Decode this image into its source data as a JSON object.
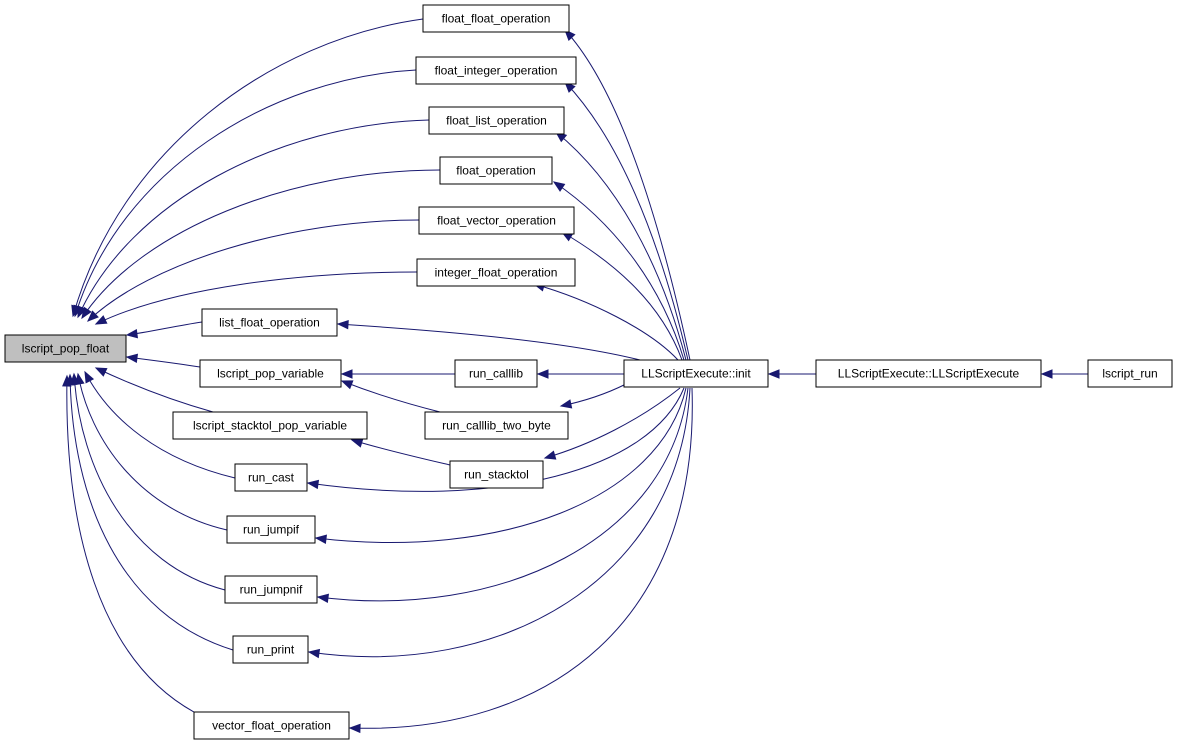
{
  "graph": {
    "nodes": [
      {
        "id": "lscript_pop_float",
        "label": "lscript_pop_float",
        "focus": true
      },
      {
        "id": "float_float_operation",
        "label": "float_float_operation"
      },
      {
        "id": "float_integer_operation",
        "label": "float_integer_operation"
      },
      {
        "id": "float_list_operation",
        "label": "float_list_operation"
      },
      {
        "id": "float_operation",
        "label": "float_operation"
      },
      {
        "id": "float_vector_operation",
        "label": "float_vector_operation"
      },
      {
        "id": "integer_float_operation",
        "label": "integer_float_operation"
      },
      {
        "id": "list_float_operation",
        "label": "list_float_operation"
      },
      {
        "id": "lscript_pop_variable",
        "label": "lscript_pop_variable"
      },
      {
        "id": "lscript_stacktol_pop_variable",
        "label": "lscript_stacktol_pop_variable"
      },
      {
        "id": "run_cast",
        "label": "run_cast"
      },
      {
        "id": "run_jumpif",
        "label": "run_jumpif"
      },
      {
        "id": "run_jumpnif",
        "label": "run_jumpnif"
      },
      {
        "id": "run_print",
        "label": "run_print"
      },
      {
        "id": "vector_float_operation",
        "label": "vector_float_operation"
      },
      {
        "id": "run_calllib",
        "label": "run_calllib"
      },
      {
        "id": "run_calllib_two_byte",
        "label": "run_calllib_two_byte"
      },
      {
        "id": "run_stacktol",
        "label": "run_stacktol"
      },
      {
        "id": "init",
        "label": "LLScriptExecute::init"
      },
      {
        "id": "ctor",
        "label": "LLScriptExecute::LLScriptExecute"
      },
      {
        "id": "lscript_run",
        "label": "lscript_run"
      }
    ],
    "edges": [
      {
        "from": "float_float_operation",
        "to": "lscript_pop_float"
      },
      {
        "from": "float_integer_operation",
        "to": "lscript_pop_float"
      },
      {
        "from": "float_list_operation",
        "to": "lscript_pop_float"
      },
      {
        "from": "float_operation",
        "to": "lscript_pop_float"
      },
      {
        "from": "float_vector_operation",
        "to": "lscript_pop_float"
      },
      {
        "from": "integer_float_operation",
        "to": "lscript_pop_float"
      },
      {
        "from": "list_float_operation",
        "to": "lscript_pop_float"
      },
      {
        "from": "lscript_pop_variable",
        "to": "lscript_pop_float"
      },
      {
        "from": "lscript_stacktol_pop_variable",
        "to": "lscript_pop_float"
      },
      {
        "from": "run_cast",
        "to": "lscript_pop_float"
      },
      {
        "from": "run_jumpif",
        "to": "lscript_pop_float"
      },
      {
        "from": "run_jumpnif",
        "to": "lscript_pop_float"
      },
      {
        "from": "run_print",
        "to": "lscript_pop_float"
      },
      {
        "from": "vector_float_operation",
        "to": "lscript_pop_float"
      },
      {
        "from": "run_calllib",
        "to": "lscript_pop_variable"
      },
      {
        "from": "run_calllib_two_byte",
        "to": "lscript_pop_variable"
      },
      {
        "from": "run_stacktol",
        "to": "lscript_stacktol_pop_variable"
      },
      {
        "from": "init",
        "to": "float_float_operation"
      },
      {
        "from": "init",
        "to": "float_integer_operation"
      },
      {
        "from": "init",
        "to": "float_list_operation"
      },
      {
        "from": "init",
        "to": "float_operation"
      },
      {
        "from": "init",
        "to": "float_vector_operation"
      },
      {
        "from": "init",
        "to": "integer_float_operation"
      },
      {
        "from": "init",
        "to": "list_float_operation"
      },
      {
        "from": "init",
        "to": "run_calllib"
      },
      {
        "from": "init",
        "to": "run_calllib_two_byte"
      },
      {
        "from": "init",
        "to": "run_stacktol"
      },
      {
        "from": "init",
        "to": "run_cast"
      },
      {
        "from": "init",
        "to": "run_jumpif"
      },
      {
        "from": "init",
        "to": "run_jumpnif"
      },
      {
        "from": "init",
        "to": "run_print"
      },
      {
        "from": "init",
        "to": "vector_float_operation"
      },
      {
        "from": "ctor",
        "to": "init"
      },
      {
        "from": "lscript_run",
        "to": "ctor"
      }
    ]
  },
  "colors": {
    "edge": "#191970",
    "node_border": "#000000",
    "node_fill": "#ffffff",
    "focus_fill": "#bfbfbf",
    "text": "#000000"
  }
}
